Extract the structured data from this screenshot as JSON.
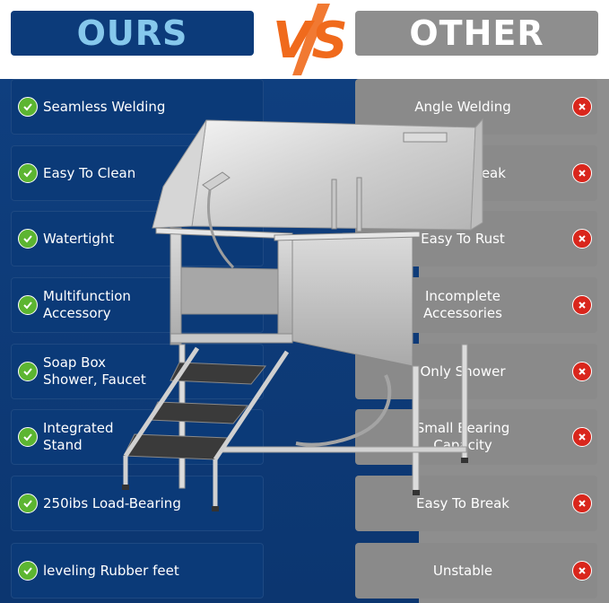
{
  "header": {
    "ours": "OURS",
    "vs": "VS",
    "other": "OTHER"
  },
  "comparison": [
    {
      "ours": "Seamless Welding",
      "other": "Angle Welding"
    },
    {
      "ours": "Easy To Clean",
      "other": "Easy To Leak"
    },
    {
      "ours": "Watertight",
      "other": "Easy To Rust"
    },
    {
      "ours": "Multifunction\nAccessory",
      "other": "Incomplete\nAccessories"
    },
    {
      "ours": "Soap Box\nShower, Faucet",
      "other": "Only Shower"
    },
    {
      "ours": "Integrated\nStand",
      "other": "Small Bearing\nCapacity"
    },
    {
      "ours": "250ibs Load-Bearing",
      "other": "Easy To Break"
    },
    {
      "ours": "leveling Rubber feet",
      "other": "Unstable"
    }
  ],
  "icons": {
    "ours": "check-icon",
    "other": "cross-icon"
  },
  "colors": {
    "ours_header": "#0c3b7a",
    "ours_header_text": "#86c8ec",
    "other_header": "#8e8e8e",
    "vs": "#f06a1c",
    "check": "#5cb531",
    "cross": "#d9261c"
  }
}
